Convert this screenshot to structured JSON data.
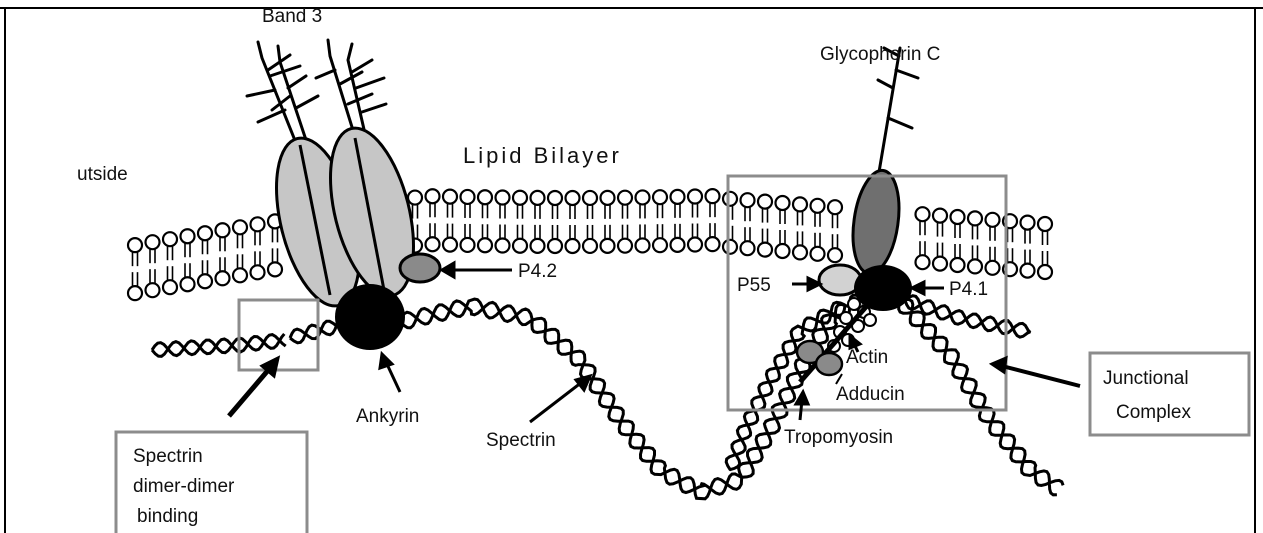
{
  "header": {
    "clipped_text": ""
  },
  "labels": {
    "band3": "Band 3",
    "glycophorin_c": "Glycophorin C",
    "outside": "utside",
    "lipid_bilayer": "Lipid Bilayer",
    "p42": "P4.2",
    "p55": "P55",
    "p41": "P4.1",
    "actin": "Actin",
    "adducin": "Adducin",
    "tropomyosin": "Tropomyosin",
    "ankyrin": "Ankyrin",
    "spectrin": "Spectrin"
  },
  "boxes": {
    "spectrin_dimer": [
      "Spectrin",
      "dimer-dimer",
      "binding"
    ],
    "junctional": [
      "Junctional",
      "Complex"
    ]
  },
  "colors": {
    "membrane_protein": "#c6c6c6",
    "glycophorin": "#6f6f6f",
    "small_protein": "#8a8a8a",
    "p55": "#d2d2d2",
    "box_border": "#8c8c8c",
    "ink": "#000000"
  }
}
